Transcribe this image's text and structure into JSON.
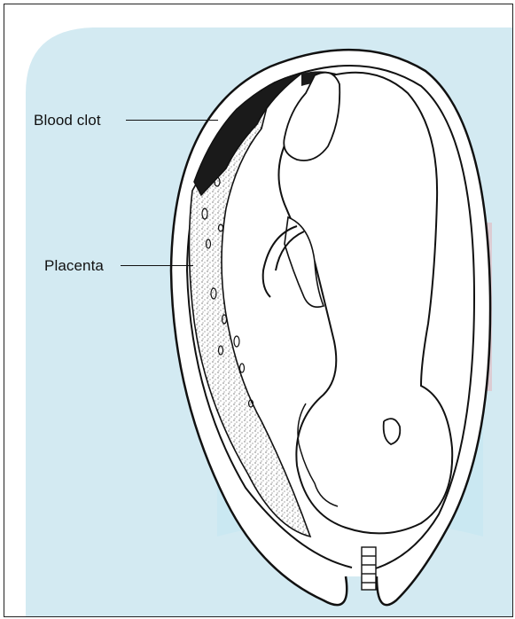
{
  "labels": {
    "blood_clot": "Blood clot",
    "placenta": "Placenta"
  },
  "colors": {
    "background_panel": "#d3eaf2",
    "line": "#111111",
    "watermark": "#d99aa0"
  },
  "illustration": {
    "subject": "fetus-in-uterus-placental-abruption"
  }
}
